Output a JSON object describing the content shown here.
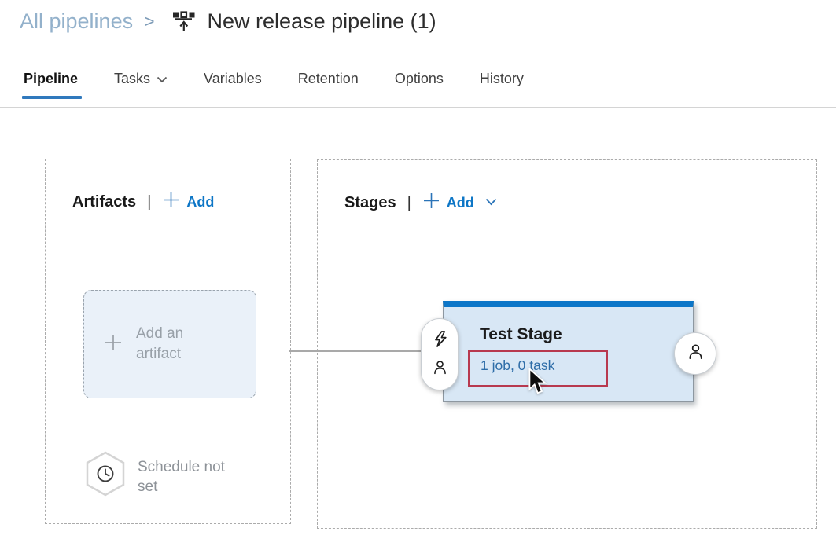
{
  "breadcrumb": {
    "parent_link": "All pipelines",
    "separator": ">",
    "icon": "release-pipeline-icon",
    "title": "New release pipeline (1)"
  },
  "tabs": {
    "items": [
      {
        "label": "Pipeline",
        "active": true
      },
      {
        "label": "Tasks",
        "dropdown": "chevron-down-icon"
      },
      {
        "label": "Variables"
      },
      {
        "label": "Retention"
      },
      {
        "label": "Options"
      },
      {
        "label": "History"
      }
    ]
  },
  "artifacts": {
    "title": "Artifacts",
    "separator": "|",
    "add_button": "Add",
    "add_icon": "plus-icon",
    "placeholder_label": "Add an artifact",
    "placeholder_icon": "plus-icon",
    "schedule_label": "Schedule not set",
    "schedule_icon": "clock-hexagon-icon"
  },
  "stages": {
    "title": "Stages",
    "separator": "|",
    "add_button": "Add",
    "add_icon": "plus-icon",
    "add_dropdown_icon": "chevron-down-icon",
    "stage_card": {
      "name": "Test Stage",
      "jobs_link": "1 job, 0 task",
      "pre_deployment_icons": [
        "lightning-icon",
        "person-icon"
      ],
      "post_deployment_icon": "person-icon"
    }
  },
  "annotations": {
    "highlight_rectangle": "red box around jobs link",
    "mouse_cursor": "arrow over jobs link"
  },
  "colors": {
    "accent_blue": "#0d76c6",
    "underline_blue": "#3079bd",
    "stage_fill": "#d8e7f5",
    "stage_top_bar": "#0c76c8",
    "link_blue": "#2e6da8",
    "breadcrumb_link": "#93b1cb",
    "annotation_red": "#b8394f"
  }
}
